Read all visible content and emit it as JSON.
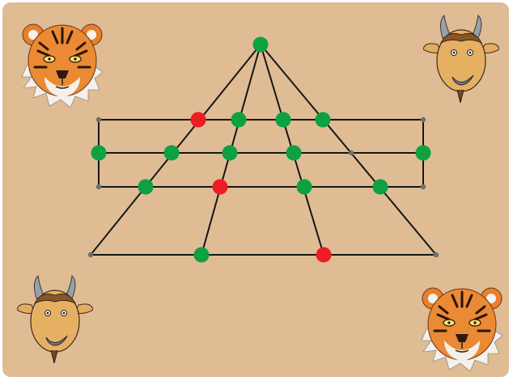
{
  "board": {
    "background": "#dfbc93",
    "line_color": "#161616",
    "point_colors": {
      "green": "#0da142",
      "red": "#ee1c25",
      "empty": "#6f6f6f"
    }
  },
  "pieces": {
    "apex": "green",
    "row1": [
      "red",
      "green",
      "green",
      "green"
    ],
    "row2": [
      "green",
      "green",
      "green",
      "green",
      "empty",
      "green"
    ],
    "row3": [
      "green",
      "red",
      "green",
      "green"
    ],
    "base": [
      "green",
      "red"
    ],
    "corners": [
      "empty",
      "empty",
      "empty",
      "empty",
      "empty",
      "empty"
    ]
  },
  "portraits": {
    "top_left": "tiger-icon",
    "top_right": "goat-icon",
    "bottom_left": "goat-icon",
    "bottom_right": "tiger-icon"
  }
}
